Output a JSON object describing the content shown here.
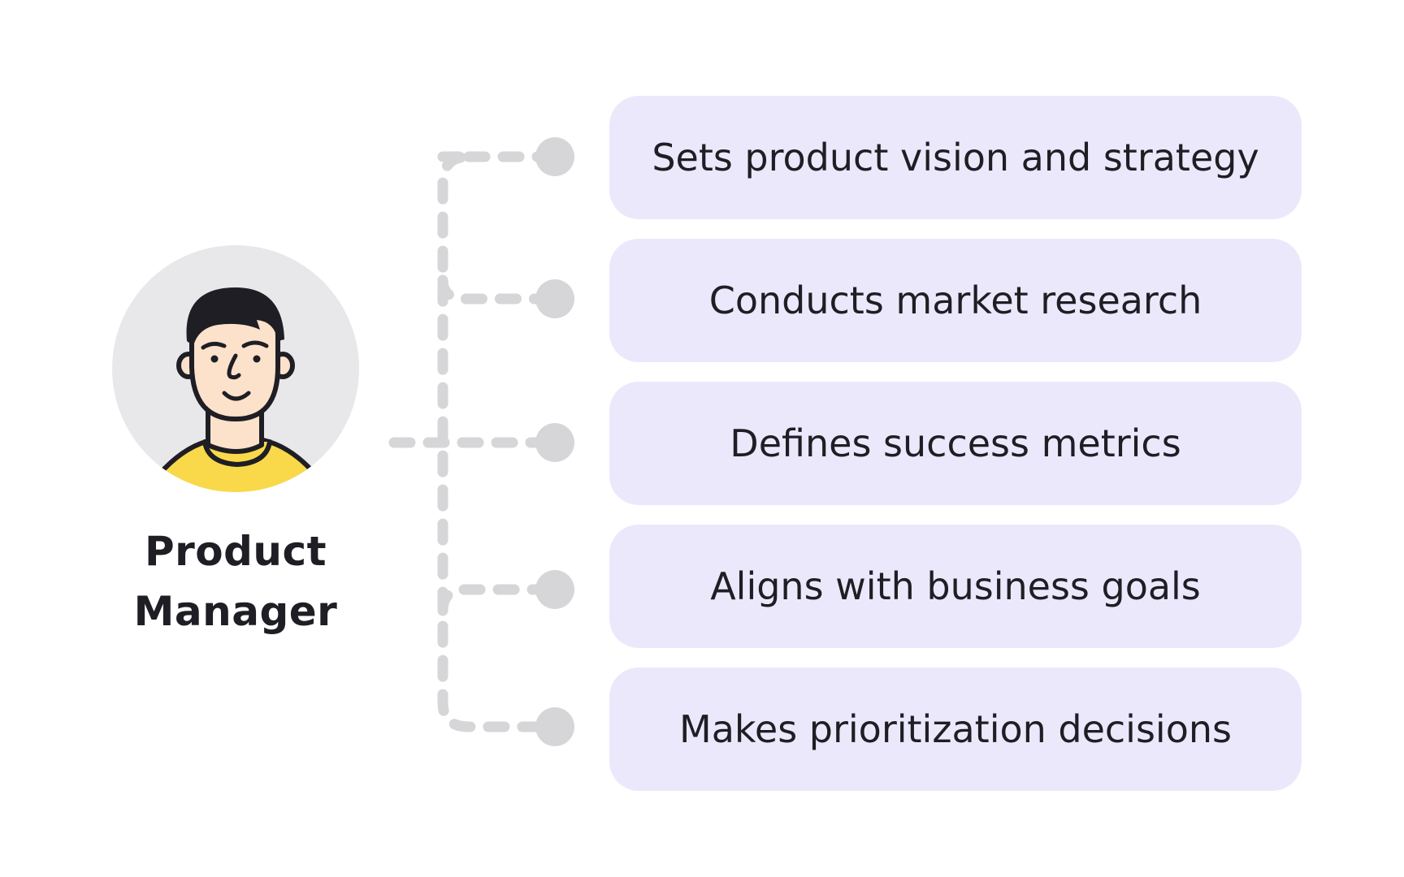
{
  "role": {
    "line1": "Product",
    "line2": "Manager",
    "avatar_icon": "person-avatar-icon"
  },
  "responsibilities": [
    {
      "label": "Sets product vision and strategy"
    },
    {
      "label": "Conducts market research"
    },
    {
      "label": "Defines success metrics"
    },
    {
      "label": "Aligns with business goals"
    },
    {
      "label": "Makes prioritization decisions"
    }
  ],
  "colors": {
    "card_background": "#ece8fc",
    "avatar_background": "#e8e8ea",
    "connector": "#d6d6d8",
    "text": "#1e1e24",
    "shirt": "#f9d94a",
    "skin": "#fce1cb"
  }
}
